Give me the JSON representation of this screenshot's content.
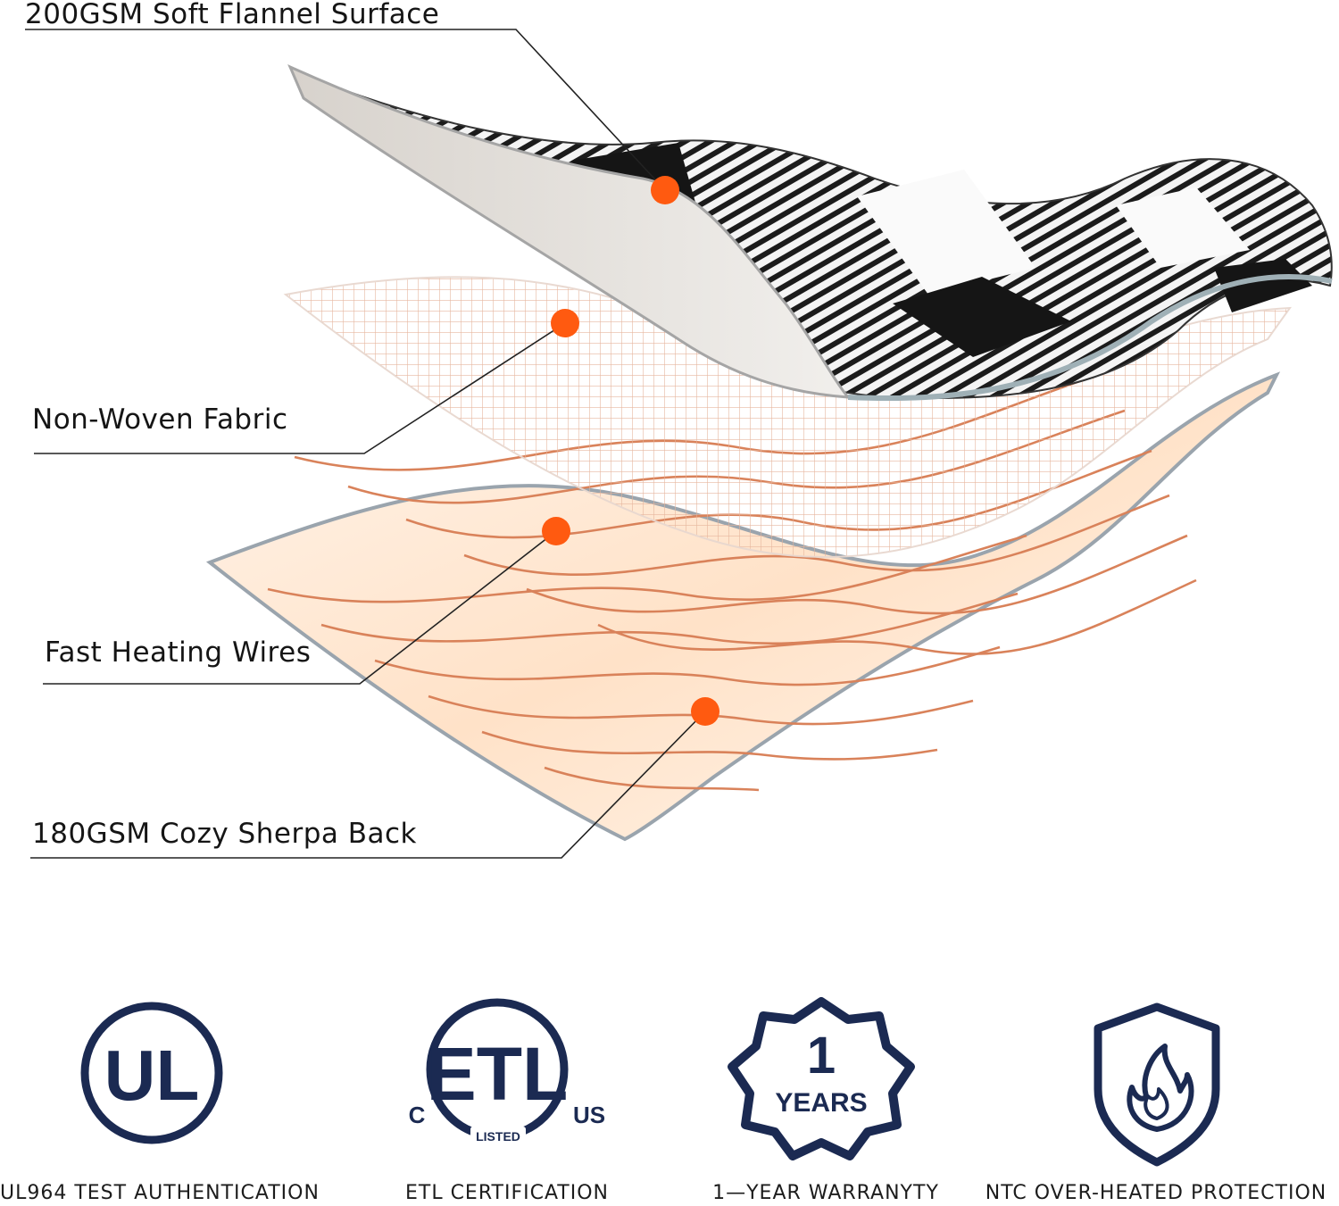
{
  "layers": [
    {
      "label": "200GSM Soft Flannel Surface"
    },
    {
      "label": "Non-Woven Fabric"
    },
    {
      "label": "Fast Heating Wires"
    },
    {
      "label": "180GSM Cozy Sherpa Back"
    }
  ],
  "badges": [
    {
      "icon": "ul-logo-icon",
      "mark": "UL",
      "label": "UL964 TEST AUTHENTICATION"
    },
    {
      "icon": "etl-listed-logo-icon",
      "mark": "ETL",
      "left": "C",
      "right": "US",
      "sub": "LISTED",
      "label": "ETL CERTIFICATION"
    },
    {
      "icon": "warranty-seal-icon",
      "number": "1",
      "unit": "YEARS",
      "label": "1—YEAR WARRANYTY"
    },
    {
      "icon": "flame-shield-icon",
      "label": "NTC OVER-HEATED PROTECTION"
    }
  ],
  "colors": {
    "navy": "#1b2a52",
    "marker": "#ff5a10",
    "wire": "#d9825a",
    "line": "#222222"
  }
}
